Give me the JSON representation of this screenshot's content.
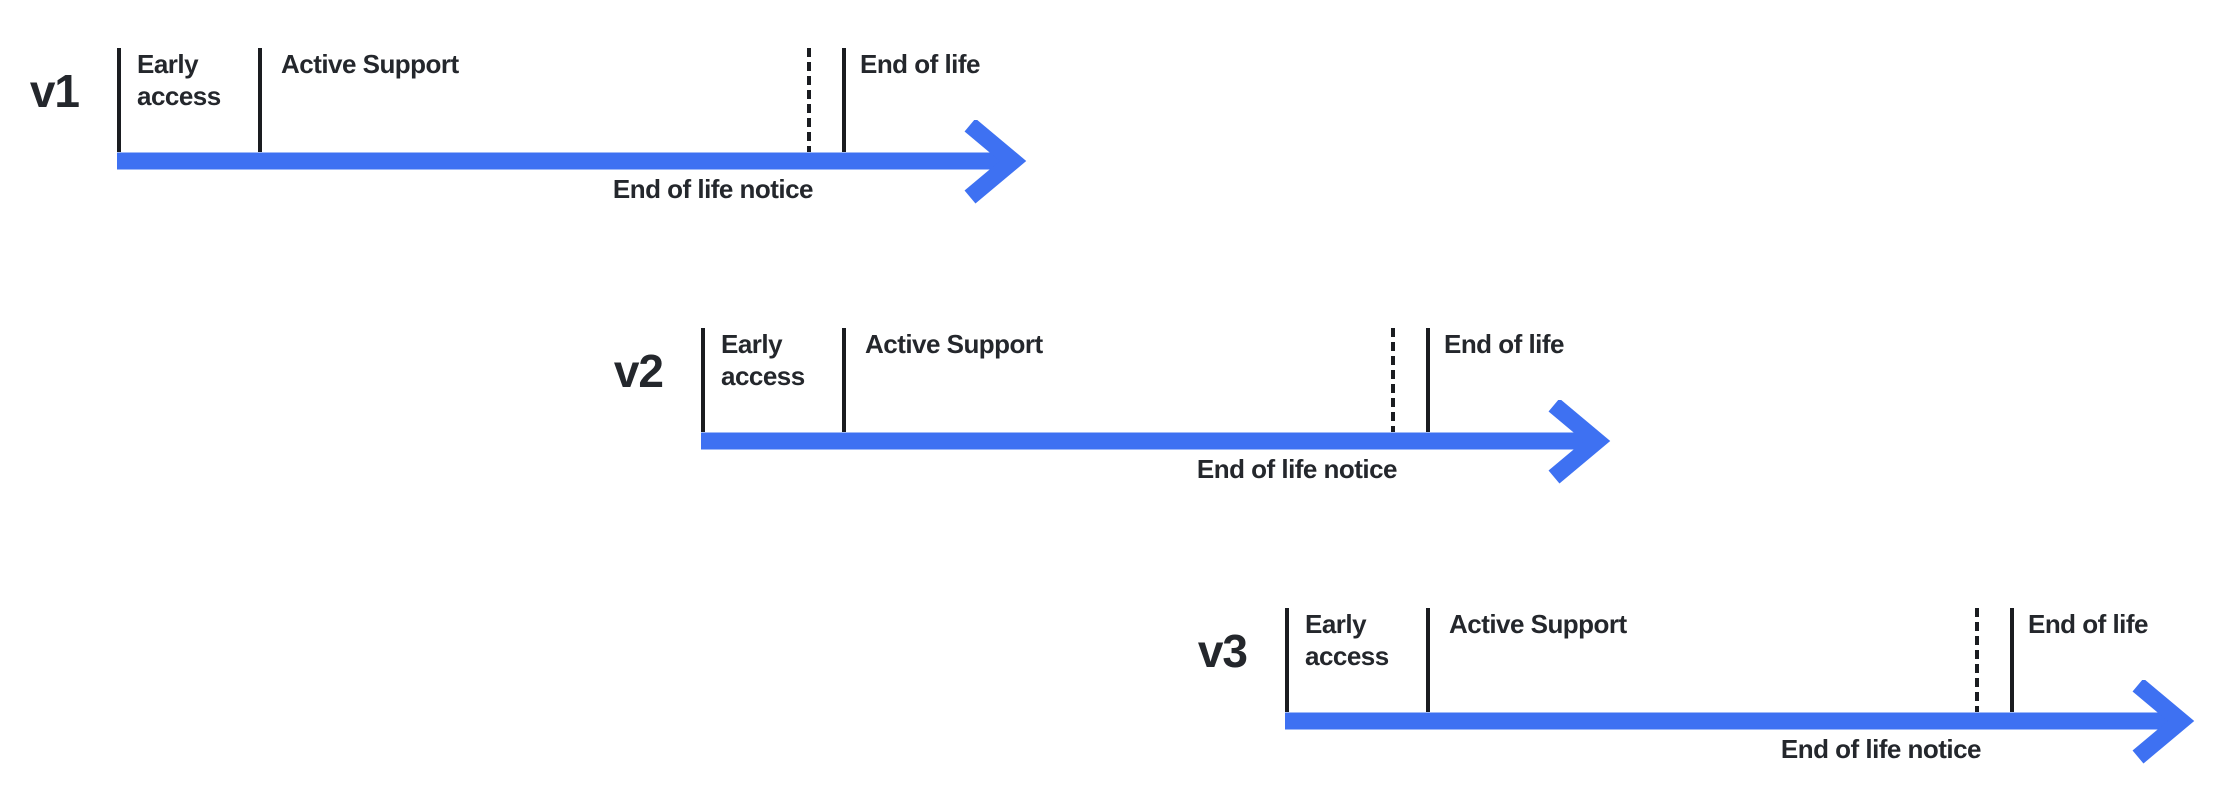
{
  "colors": {
    "arrow": "#3E71F2",
    "tick": "#1A1C20",
    "text": "#24272C",
    "background": "#FFFFFF"
  },
  "timelines": [
    {
      "version": "v1",
      "stages": {
        "early_access": "Early access",
        "active_support": "Active Support",
        "end_of_life": "End of life",
        "end_of_life_notice": "End of life notice"
      }
    },
    {
      "version": "v2",
      "stages": {
        "early_access": "Early access",
        "active_support": "Active Support",
        "end_of_life": "End of life",
        "end_of_life_notice": "End of life notice"
      }
    },
    {
      "version": "v3",
      "stages": {
        "early_access": "Early access",
        "active_support": "Active Support",
        "end_of_life": "End of life",
        "end_of_life_notice": "End of life notice"
      }
    }
  ]
}
